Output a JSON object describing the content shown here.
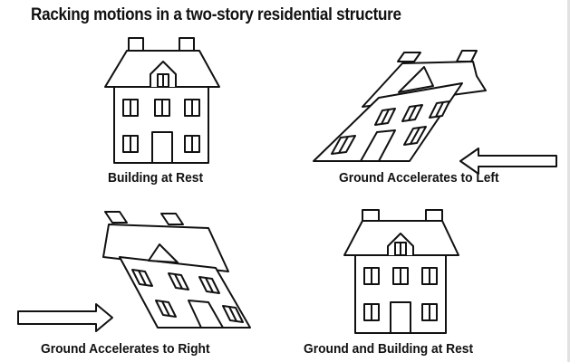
{
  "title": "Racking motions in a two-story residential structure",
  "panels": [
    {
      "caption": "Building at Rest",
      "state": "upright"
    },
    {
      "caption": "Ground Accelerates to Left",
      "state": "racked-right",
      "arrow": "left"
    },
    {
      "caption": "Ground Accelerates to Right",
      "state": "racked-left",
      "arrow": "right"
    },
    {
      "caption": "Ground and Building at Rest",
      "state": "upright"
    }
  ],
  "colors": {
    "line": "#111111",
    "background": "#ffffff"
  }
}
